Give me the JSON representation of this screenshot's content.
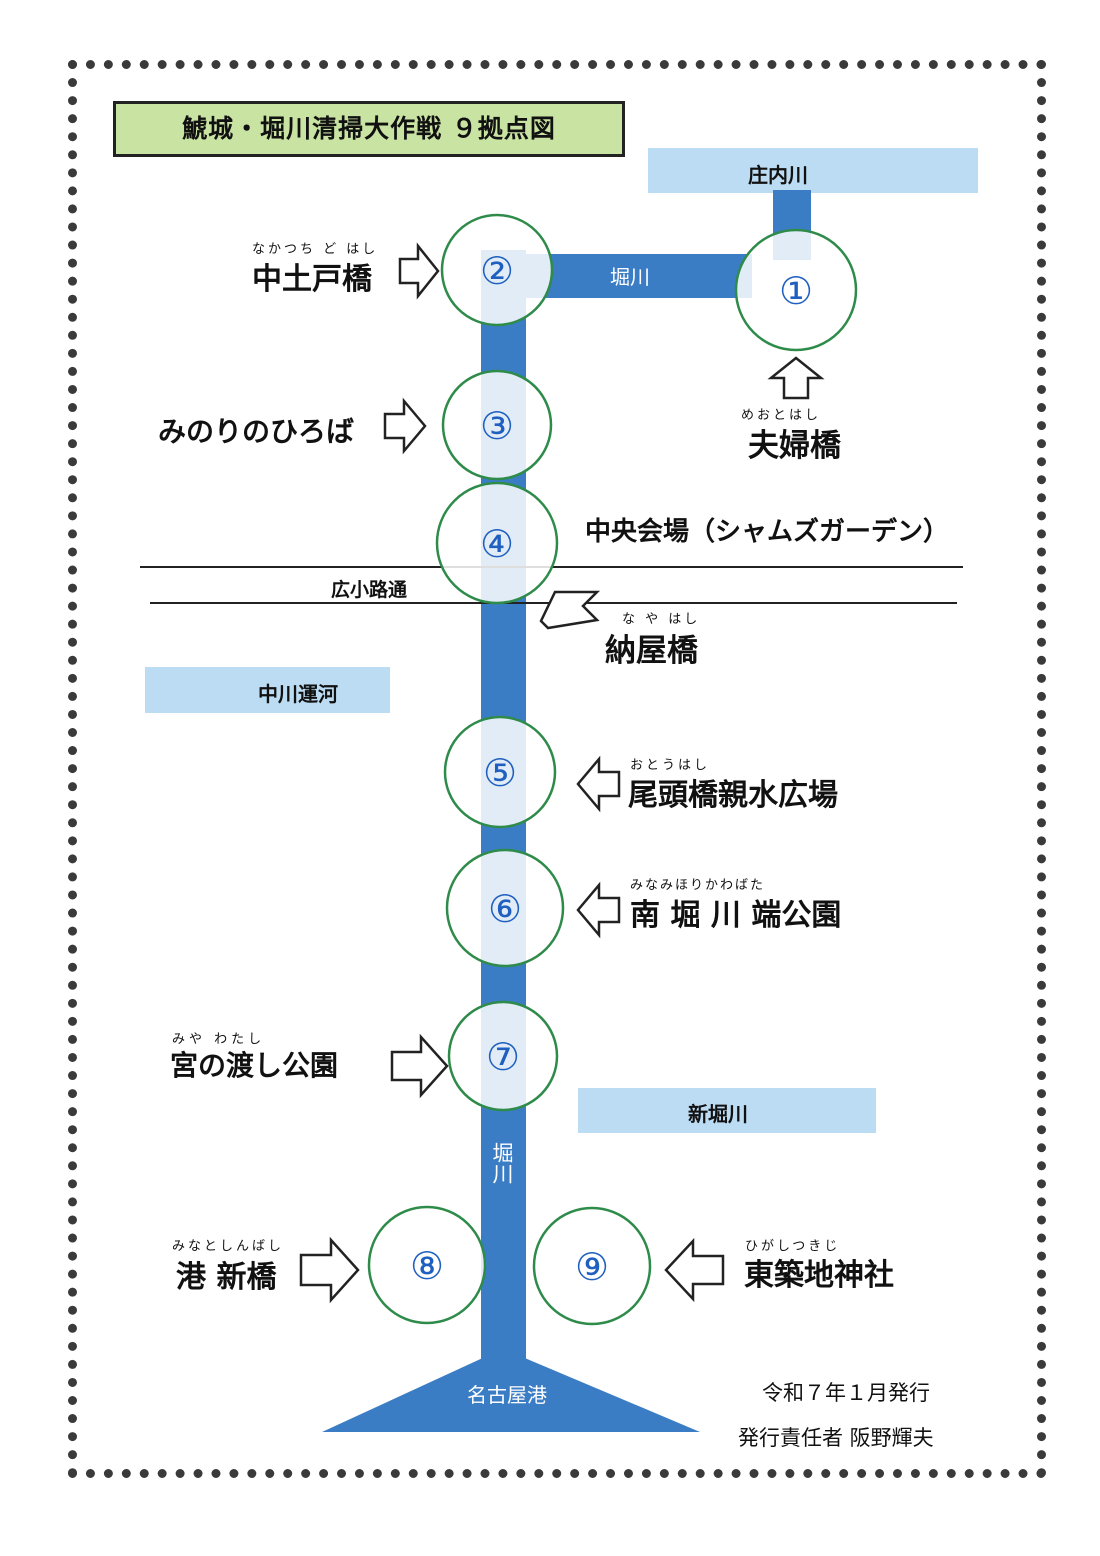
{
  "title": "鯱城・堀川清掃大作戦 ９拠点図",
  "colors": {
    "river": "#3b7dc4",
    "canal": "#bcdcf3",
    "circle": "#2e8b4a",
    "number": "#1f5fc0",
    "title_bg": "#c9e4a2"
  },
  "waterways": {
    "shonai": "庄内川",
    "horikawa_top": "堀川",
    "horikawa_vertical": "堀川",
    "nakagawa": "中川運河",
    "shinhorikawa": "新堀川",
    "nagoya_port": "名古屋港"
  },
  "road": "広小路通",
  "points": [
    {
      "num": "①",
      "name": "夫婦橋",
      "furigana": "めおとはし"
    },
    {
      "num": "②",
      "name": "中土戸橋",
      "furigana": "なかつち ど はし"
    },
    {
      "num": "③",
      "name": "みのりのひろば",
      "furigana": ""
    },
    {
      "num": "④",
      "name": "中央会場（シャムズガーデン）",
      "furigana": ""
    },
    {
      "num": "⑤",
      "name": "尾頭橋親水広場",
      "furigana": "おとうはし"
    },
    {
      "num": "⑥",
      "name": "南 堀 川 端公園",
      "furigana": "みなみほりかわばた"
    },
    {
      "num": "⑦",
      "name": "宮の渡し公園",
      "furigana": "みや わたし"
    },
    {
      "num": "⑧",
      "name": "港 新橋",
      "furigana": "みなとしんばし"
    },
    {
      "num": "⑨",
      "name": "東築地神社",
      "furigana": "ひがしつきじ"
    }
  ],
  "nayabashi": {
    "name": "納屋橋",
    "furigana": "な や はし"
  },
  "footer": {
    "issued": "令和７年１月発行",
    "publisher": "発行責任者 阪野輝夫"
  }
}
